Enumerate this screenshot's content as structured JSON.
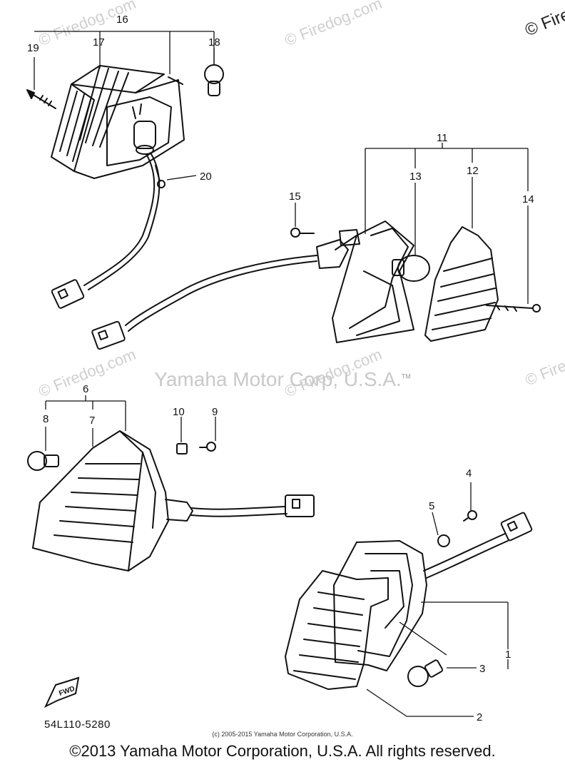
{
  "watermark": "© Firedog.com",
  "watermark_partial": "© Fire",
  "brand_watermark": "Yamaha Motor Corp, U.S.A.",
  "brand_tm": "TM",
  "fwd_label": "FWD",
  "diagram_code": "54L110-5280",
  "small_copyright": "(c) 2005-2015 Yamaha Motor Corporation, U.S.A.",
  "copyright": "©2013 Yamaha Motor Corporation, U.S.A. All rights reserved.",
  "callouts": {
    "n1": "1",
    "n2": "2",
    "n3": "3",
    "n4": "4",
    "n5": "5",
    "n6": "6",
    "n7": "7",
    "n8": "8",
    "n9": "9",
    "n10": "10",
    "n11": "11",
    "n12": "12",
    "n13": "13",
    "n14": "14",
    "n15": "15",
    "n16": "16",
    "n17": "17",
    "n18": "18",
    "n19": "19",
    "n20": "20"
  }
}
